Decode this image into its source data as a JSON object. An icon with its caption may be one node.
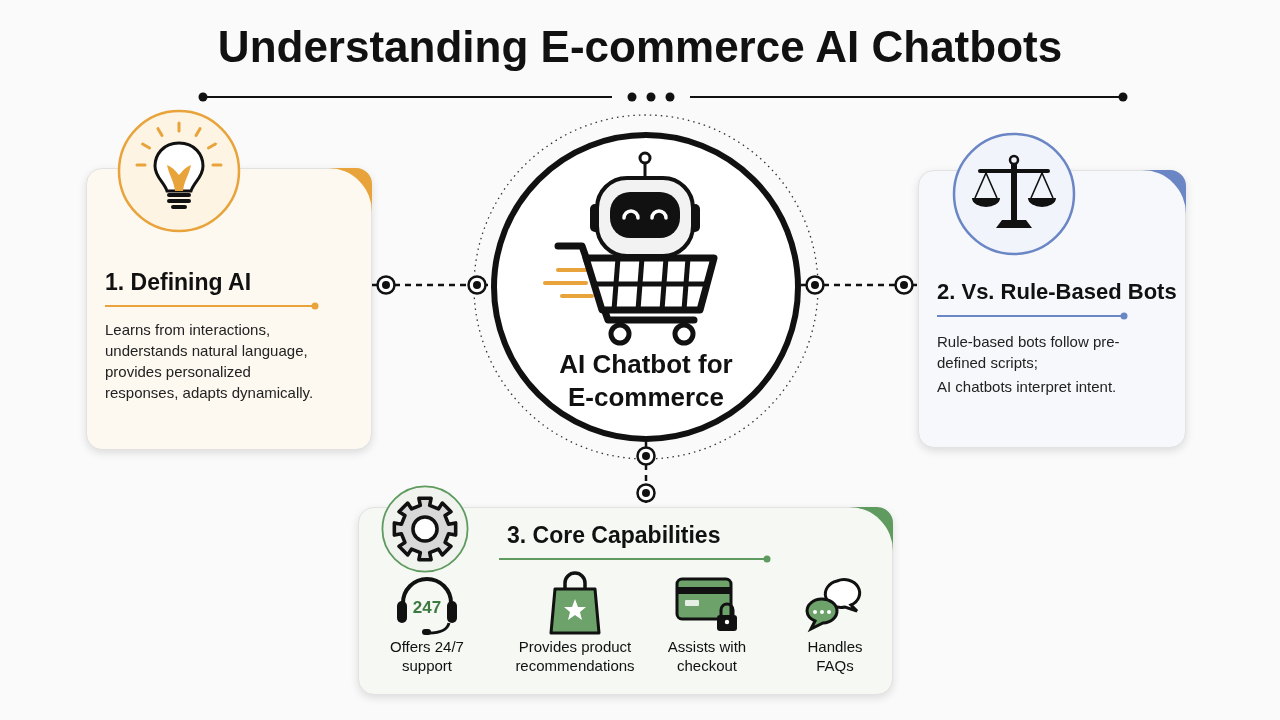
{
  "diagram": {
    "title": "Understanding E-commerce AI Chatbots",
    "nodes": [
      {
        "text": [
          "AI Chatbot for E-commerce"
        ]
      },
      {
        "text": [
          "1. Defining AI",
          "Learns from interactions, understands natural language, provides personalized responses, adapts dynamically."
        ]
      },
      {
        "text": [
          "2. Vs. Rule-Based Bots",
          "Rule-based bots follow pre-defined scripts;",
          "AI chatbots interpret intent."
        ]
      },
      {
        "text": [
          "3. Core Capabilities"
        ]
      }
    ],
    "edges": [
      {
        "from": 1,
        "to": 0,
        "arrow": "other",
        "style": "dashed"
      },
      {
        "from": 0,
        "to": 2,
        "arrow": "other",
        "style": "dashed"
      },
      {
        "from": 0,
        "to": 3,
        "arrow": "other",
        "style": "dashed"
      }
    ],
    "labels": [
      "247",
      "Offers 24/7 support",
      "Provides product recommendations",
      "Assists with checkout",
      "Handles FAQs"
    ]
  }
}
